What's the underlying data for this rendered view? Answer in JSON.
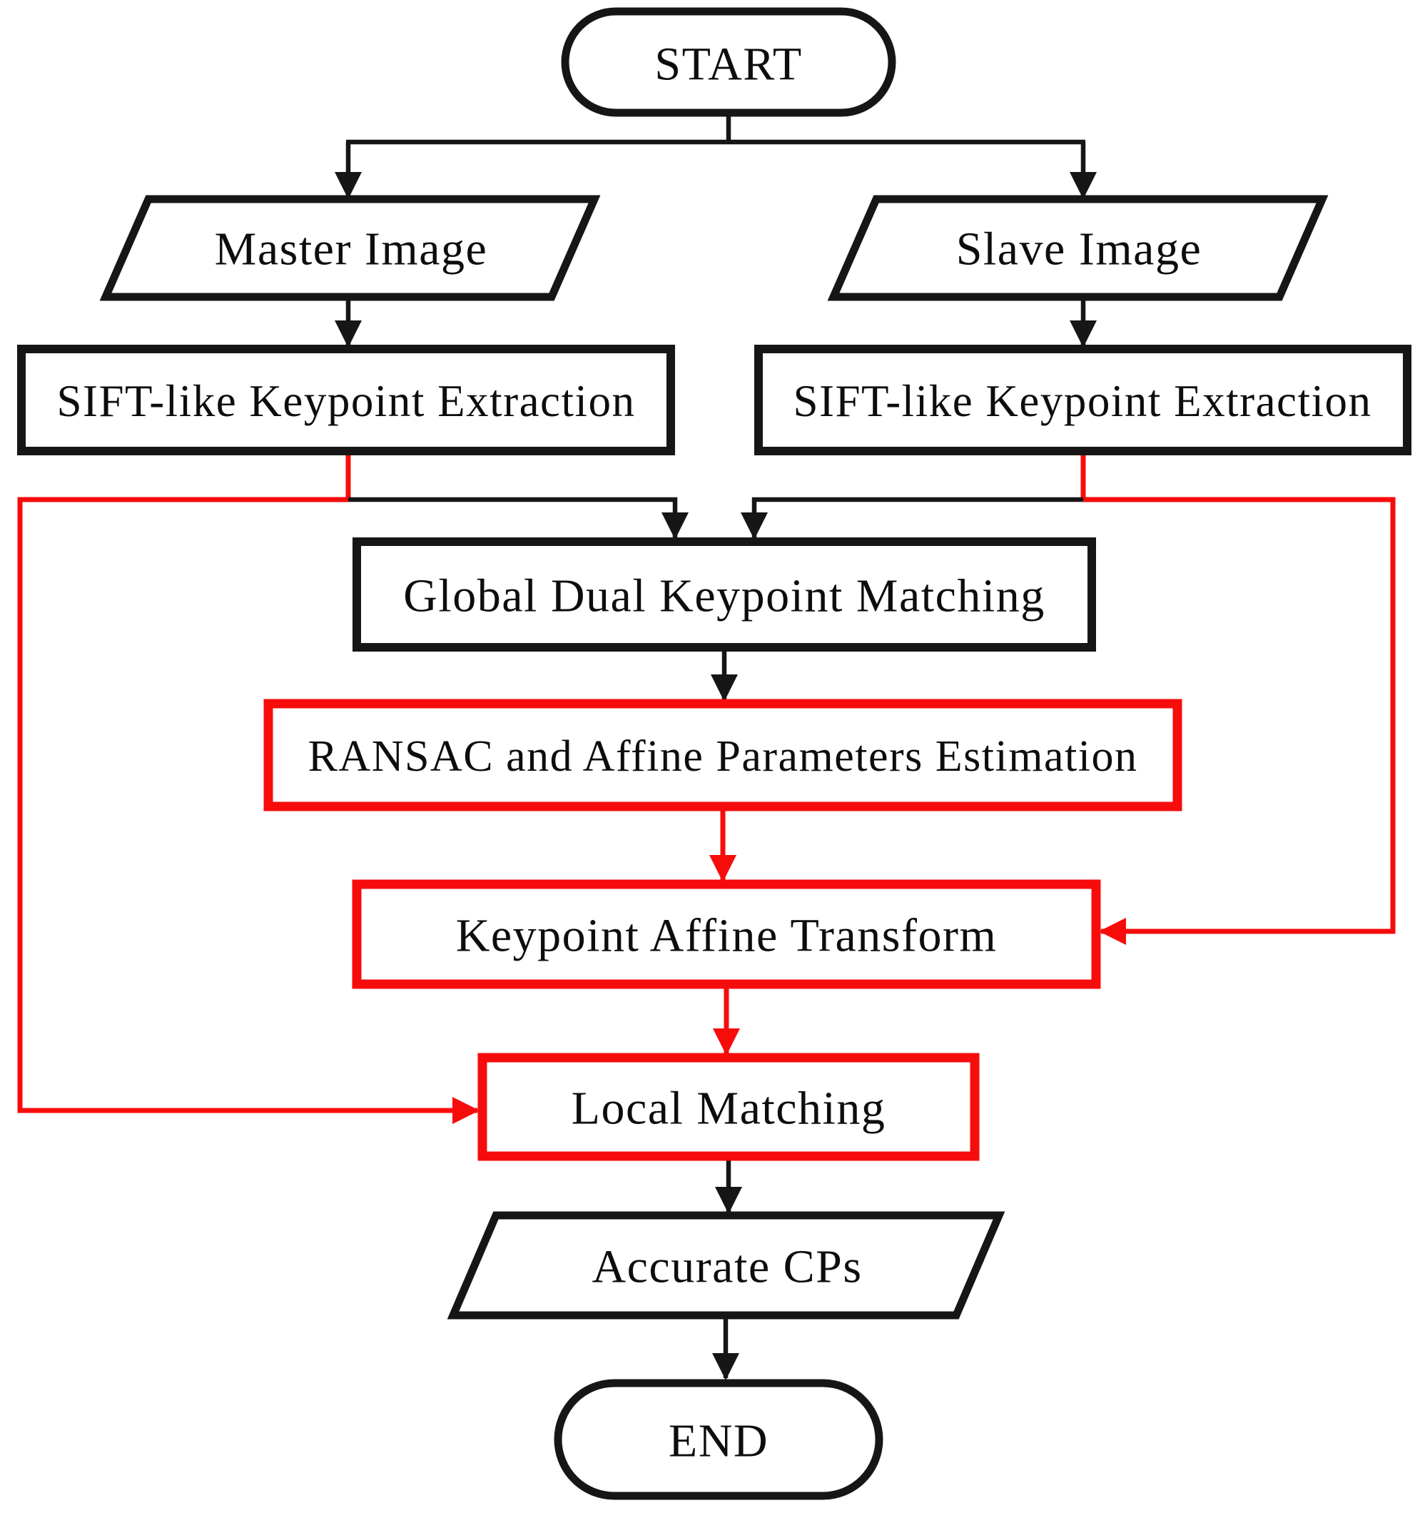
{
  "figure": {
    "type": "flowchart",
    "background": "#ffffff"
  },
  "colors": {
    "flow_line": "#161616",
    "highlight_line": "#f70c0c",
    "node_fill": "#ffffff",
    "text": "#0d0d0d"
  },
  "nodes": [
    {
      "id": "start",
      "shape": "stadium",
      "border": "black",
      "label": "START"
    },
    {
      "id": "master-image",
      "shape": "parallelogram",
      "border": "black",
      "label": "Master Image"
    },
    {
      "id": "slave-image",
      "shape": "parallelogram",
      "border": "black",
      "label": "Slave Image"
    },
    {
      "id": "sift-extraction-left",
      "shape": "rect",
      "border": "black",
      "label": "SIFT-like Keypoint Extraction"
    },
    {
      "id": "sift-extraction-right",
      "shape": "rect",
      "border": "black",
      "label": "SIFT-like Keypoint Extraction"
    },
    {
      "id": "global-dual-keypoint-matching",
      "shape": "rect",
      "border": "black",
      "label": "Global Dual Keypoint Matching"
    },
    {
      "id": "ransac-affine-estimation",
      "shape": "rect",
      "border": "red",
      "label": "RANSAC and Affine Parameters Estimation"
    },
    {
      "id": "keypoint-affine-transform",
      "shape": "rect",
      "border": "red",
      "label": "Keypoint Affine Transform"
    },
    {
      "id": "local-matching",
      "shape": "rect",
      "border": "red",
      "label": "Local Matching"
    },
    {
      "id": "accurate-cps",
      "shape": "parallelogram",
      "border": "black",
      "label": "Accurate CPs"
    },
    {
      "id": "end",
      "shape": "stadium",
      "border": "black",
      "label": "END"
    }
  ],
  "edges": [
    {
      "from": "start",
      "to": "master-image",
      "color": "black",
      "arrow": true
    },
    {
      "from": "start",
      "to": "slave-image",
      "color": "black",
      "arrow": true
    },
    {
      "from": "master-image",
      "to": "sift-extraction-left",
      "color": "black",
      "arrow": true
    },
    {
      "from": "slave-image",
      "to": "sift-extraction-right",
      "color": "black",
      "arrow": true
    },
    {
      "from": "sift-extraction-left",
      "to": "global-dual-keypoint-matching",
      "color": "black",
      "arrow": true
    },
    {
      "from": "sift-extraction-right",
      "to": "global-dual-keypoint-matching",
      "color": "black",
      "arrow": true
    },
    {
      "from": "global-dual-keypoint-matching",
      "to": "ransac-affine-estimation",
      "color": "black",
      "arrow": true
    },
    {
      "from": "ransac-affine-estimation",
      "to": "keypoint-affine-transform",
      "color": "red",
      "arrow": true
    },
    {
      "from": "sift-extraction-right",
      "to": "keypoint-affine-transform",
      "color": "red",
      "arrow": true
    },
    {
      "from": "keypoint-affine-transform",
      "to": "local-matching",
      "color": "red",
      "arrow": true
    },
    {
      "from": "sift-extraction-left",
      "to": "local-matching",
      "color": "red",
      "arrow": true
    },
    {
      "from": "local-matching",
      "to": "accurate-cps",
      "color": "black",
      "arrow": true
    },
    {
      "from": "accurate-cps",
      "to": "end",
      "color": "black",
      "arrow": true
    }
  ]
}
